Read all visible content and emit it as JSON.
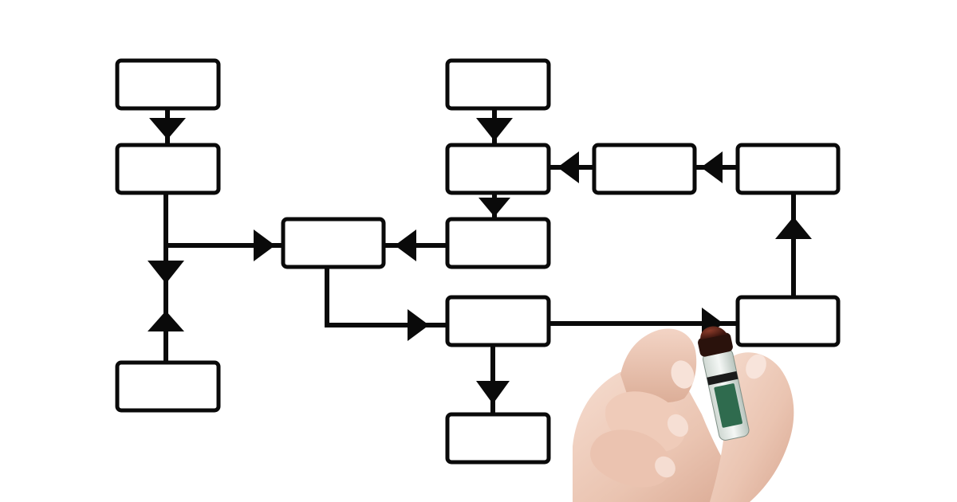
{
  "diagram": {
    "type": "flowchart",
    "nodes": [
      {
        "id": "n1",
        "label": ""
      },
      {
        "id": "n2",
        "label": ""
      },
      {
        "id": "n3",
        "label": ""
      },
      {
        "id": "n4",
        "label": ""
      },
      {
        "id": "n5",
        "label": ""
      },
      {
        "id": "n6",
        "label": ""
      },
      {
        "id": "n7",
        "label": ""
      },
      {
        "id": "n8",
        "label": ""
      },
      {
        "id": "n9",
        "label": ""
      },
      {
        "id": "n10",
        "label": ""
      },
      {
        "id": "n11",
        "label": ""
      },
      {
        "id": "n12",
        "label": ""
      }
    ],
    "edges": [
      {
        "from": "n1",
        "to": "n2"
      },
      {
        "from": "n2",
        "to": "n5"
      },
      {
        "from": "n4",
        "to": "n5"
      },
      {
        "from": "n5",
        "to": "n8"
      },
      {
        "from": "n6",
        "to": "n7"
      },
      {
        "from": "n7",
        "to": "n8"
      },
      {
        "from": "n8",
        "to": "n9"
      },
      {
        "from": "n9",
        "to": "n10"
      },
      {
        "from": "n9",
        "to": "n11"
      },
      {
        "from": "n11",
        "to": "n12"
      },
      {
        "from": "n12",
        "to": "n10"
      },
      {
        "from": "n10",
        "to": "n7"
      }
    ]
  },
  "colors": {
    "background": "#ffffff",
    "box_stroke": "#0a0a0a",
    "line": "#0a0a0a"
  },
  "icons": {
    "hand": "hand-holding-marker"
  }
}
